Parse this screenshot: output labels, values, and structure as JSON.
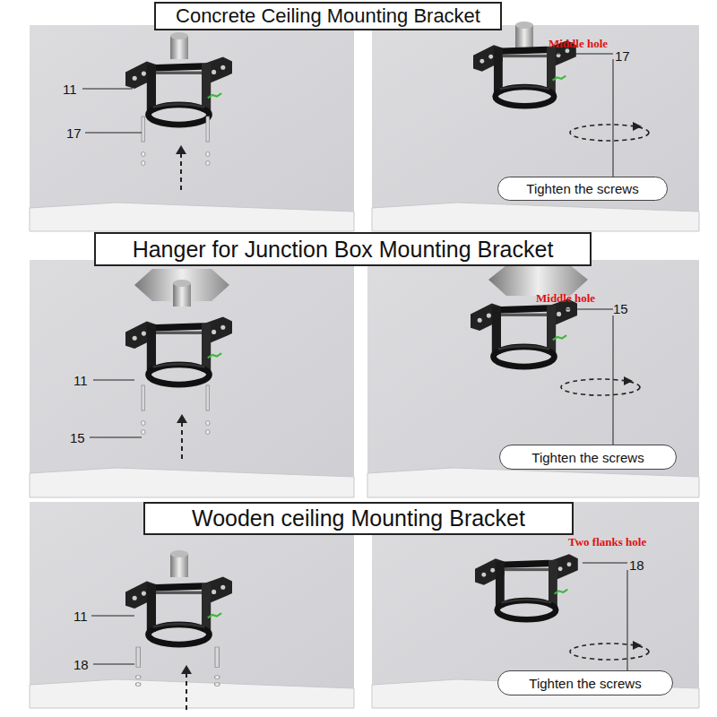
{
  "diagram": {
    "nodes": [
      {
        "text": [
          "Concrete Ceiling Mounting Bracket"
        ]
      },
      {
        "text": [
          "Tighten the screws"
        ]
      },
      {
        "text": [
          "Hanger for Junction Box Mounting Bracket"
        ]
      },
      {
        "text": [
          "Tighten the screws"
        ]
      },
      {
        "text": [
          "Wooden ceiling Mounting Bracket"
        ]
      },
      {
        "text": [
          "Tighten the screws"
        ]
      }
    ],
    "labels": [
      "11",
      "17",
      "Middle hole",
      "17",
      "11",
      "15",
      "Middle hole",
      "15",
      "11",
      "18",
      "Two flanks hole",
      "18"
    ]
  }
}
